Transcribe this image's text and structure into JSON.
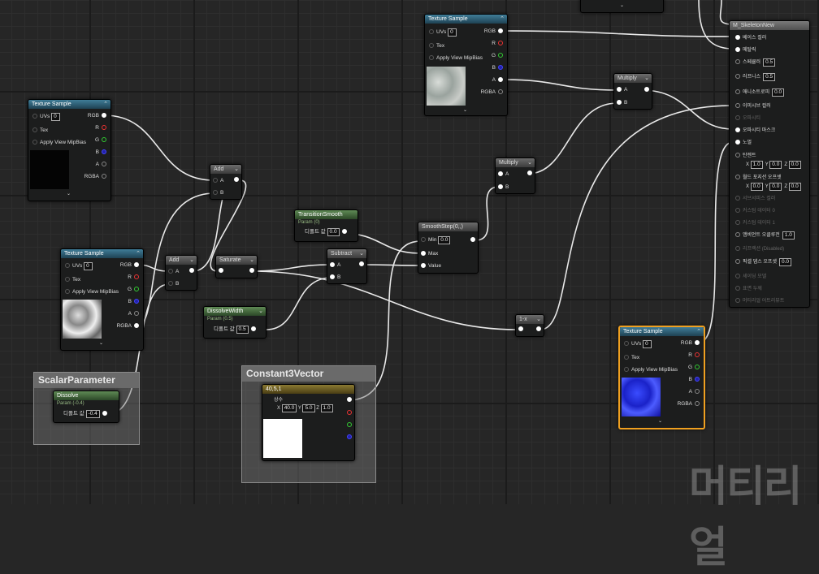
{
  "comments": {
    "scalar": "ScalarParameter",
    "const3": "Constant3Vector"
  },
  "ts": {
    "title": "Texture Sample",
    "uvs": "UVs",
    "uvs_val": "0",
    "tex": "Tex",
    "mip": "Apply View MipBias",
    "rgb": "RGB",
    "r": "R",
    "g": "G",
    "b": "B",
    "a": "A",
    "rgba": "RGBA"
  },
  "add_title": "Add",
  "mul_title": "Multiply",
  "sub_title": "Subtract",
  "sat_title": "Saturate",
  "oneminus_title": "1-x",
  "smoothstep_title": "SmoothStep(0,,)",
  "pin_a": "A",
  "pin_b": "B",
  "smoothstep": {
    "min": "Min",
    "min_val": "0.0",
    "max": "Max",
    "value": "Value"
  },
  "transition": {
    "title": "TransitionSmooth",
    "sub": "Param (0)",
    "label": "디폴트 값",
    "value": "0.0"
  },
  "dissolvewidth": {
    "title": "DissolveWidth",
    "sub": "Param (0.5)",
    "label": "디폴트 값",
    "value": "0.5"
  },
  "dissolve": {
    "title": "Dissolve",
    "sub": "Param (-0.4)",
    "label": "디폴트 값",
    "value": "-0.4"
  },
  "const3vec": {
    "title": "40,5,1",
    "label": "상수",
    "x": "X",
    "xv": "40.0",
    "y": "Y",
    "yv": "5.0",
    "z": "Z",
    "zv": "1.0"
  },
  "result": {
    "title": "M_SkeletonNew",
    "rows": [
      {
        "label": "베이스 컬러",
        "active": true
      },
      {
        "label": "메탈릭",
        "active": true
      },
      {
        "label": "스페큘러",
        "active": true,
        "val": "0.5"
      },
      {
        "label": "러프니스",
        "active": true,
        "val": "0.5"
      },
      {
        "label": "애니소트로피",
        "active": true,
        "val": "0.0"
      },
      {
        "label": "이미시브 컬러",
        "active": true
      },
      {
        "label": "오파시티",
        "active": false
      },
      {
        "label": "오파시티 마스크",
        "active": true
      },
      {
        "label": "노멀",
        "active": true
      },
      {
        "label": "탄젠트",
        "active": true
      },
      {
        "label": "월드 포지션 오프셋",
        "active": true
      },
      {
        "label": "서브서피스 컬러",
        "active": false
      },
      {
        "label": "커스텀 데이터 0",
        "active": false
      },
      {
        "label": "커스텀 데이터 1",
        "active": false
      },
      {
        "label": "앰비언트 오클루전",
        "active": true,
        "val": "1.0"
      },
      {
        "label": "리프랙션 (Disabled)",
        "active": false
      },
      {
        "label": "픽셀 뎁스 오프셋",
        "active": true,
        "val": "0.0"
      },
      {
        "label": "셰이딩 모델",
        "active": false
      },
      {
        "label": "표면 두께",
        "active": false
      },
      {
        "label": "머티리얼 어트리뷰트",
        "active": false
      }
    ],
    "tangent_vals": [
      "1.0",
      "0.0",
      "0.0"
    ],
    "wpo_vals": [
      "0.0",
      "0.0",
      "0.0"
    ],
    "xyz": [
      "X",
      "Y",
      "Z"
    ]
  },
  "watermark": "머티리얼"
}
